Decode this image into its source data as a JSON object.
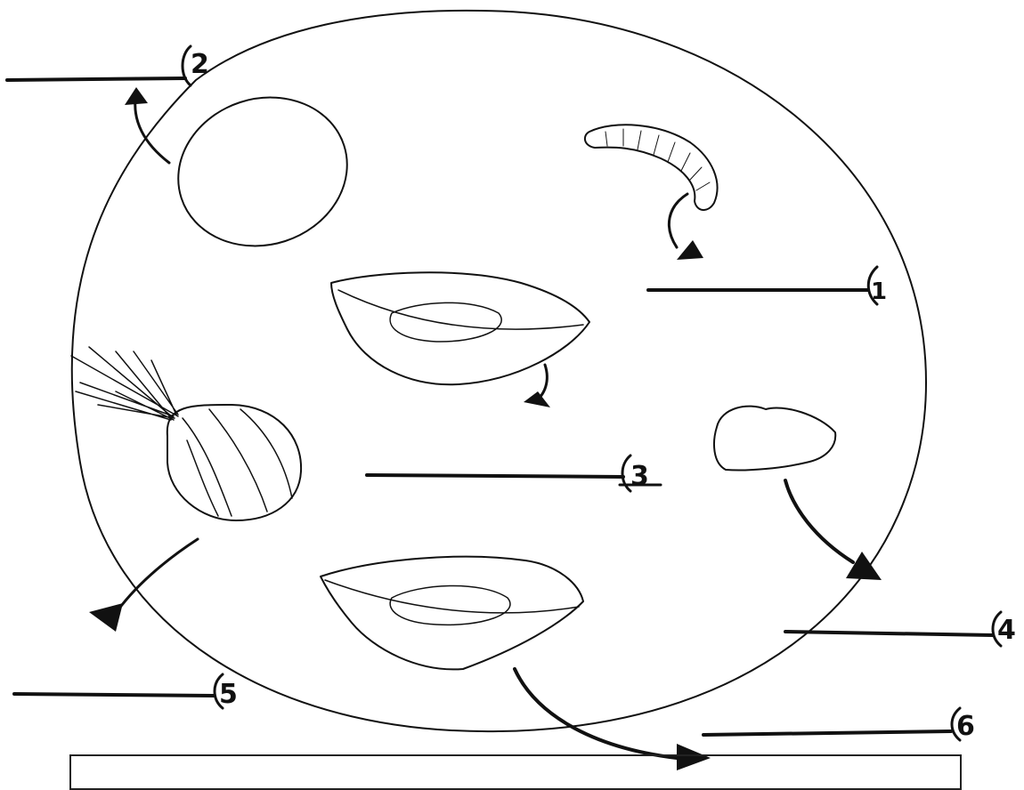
{
  "labels": [
    {
      "id": "label-2",
      "text": "2"
    },
    {
      "id": "label-1",
      "text": "1"
    },
    {
      "id": "label-3",
      "text": "3"
    },
    {
      "id": "label-4",
      "text": "4"
    },
    {
      "id": "label-5",
      "text": "5"
    },
    {
      "id": "label-6",
      "text": "6"
    }
  ],
  "icons": {
    "egg": "egg-icon",
    "caterpillar": "caterpillar-icon",
    "leaf_top": "leaf-icon",
    "onion": "onion-icon",
    "bean": "bean-icon",
    "leaf_bottom": "leaf-icon"
  },
  "colors": {
    "ink": "#111111",
    "background": "#ffffff"
  }
}
